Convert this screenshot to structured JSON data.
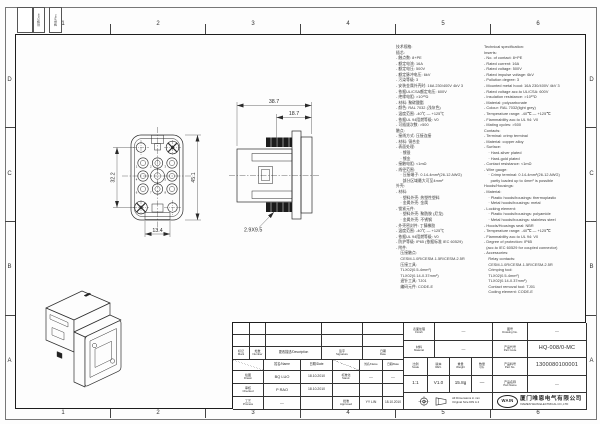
{
  "drawing": {
    "zones": {
      "cols": [
        "1",
        "2",
        "3",
        "4",
        "5",
        "6"
      ],
      "rows": [
        "D",
        "C",
        "B",
        "A"
      ]
    },
    "rev_strip": {
      "date_label": "日期/Date",
      "rev_label": "更改/Rev."
    },
    "views": {
      "front": {
        "dim_screw_pitch": "32.2",
        "dim_height": "45.1",
        "dim_tab_width": "13.4",
        "contact_numbers": [
          "1",
          "2",
          "3",
          "4",
          "5",
          "6",
          "7",
          "8"
        ]
      },
      "side": {
        "dim_depth": "38.7",
        "dim_front_depth": "18.7",
        "screw_note": "2.9X9.5"
      }
    },
    "spec": {
      "cn_lines": [
        "技术规格:",
        "插芯:",
        "- 触点数: 8+PE",
        "- 额定电流: 16A",
        "- 额定电压: 500V",
        "- 额定脉冲电压: 6kV",
        "- 污染等级: 3",
        "- 安装金属外壳时: 16A 230/400V 4kV 3",
        "- 依据UL/CSA额定电压: 600V",
        "- 绝缘电阻: >10¹⁰Ω",
        "- 材料: 聚碳酸酯",
        "- 颜色: RAL 7032 (浅灰色)",
        "- 温度范围: -40℃ — +125℃",
        "- 依据UL 94阻燃等级: V0",
        "- 可插拔次数: >500",
        "触点:",
        "- 接线方式: 压接连接",
        "- 材料: 铜合金",
        "- 表面处理:",
        "    · 镀银",
        "    · 镀金",
        "- 接触电阻: <1mΩ",
        "- 线径范围:",
        "    · 压接端子: 0.14-4mm²(26-12 AWG)",
        "      部分区域最大可至4mm²",
        "外壳:",
        "- 材料:",
        "    · 塑料外壳: 热塑性塑料",
        "    · 金属外壳: 金属",
        "- 锁紧元件:",
        "    · 塑料外壳: 聚酰胺 (尼龙)",
        "    · 金属外壳: 不锈钢",
        "- 外壳密封件: 丁腈橡胶",
        "- 温度范围: -40℃ — +125℃",
        "- 依据UL 94阻燃等级: V0",
        "- 防护等级: IP65 (依据标准 IEC 60529)",
        "- 附件:",
        "    压接触点:",
        "    CESM-1.0R/CESM-1.5R/CESM-2.5R",
        "    压接工具:",
        "    TLX02(0.5-4mm²)",
        "    TLX02(0.14-0.37mm²)",
        "    退针工具: TJ01",
        "    编码元件: CODE-E"
      ],
      "en_lines": [
        "Technical specification:",
        "Inserts:",
        "- No. of contact: 8+PE",
        "- Rated current: 16A",
        "- Rated voltage: 500V",
        "- Rated impulse voltage: 6kV",
        "- Pollution degree: 3",
        "- Mounted metal hood: 16A 230/400V 4kV 3",
        "- Rated voltage acc.to UL/CSA: 600V",
        "- Insulation resistance: >10¹⁰Ω",
        "- Material: polycarbonate",
        "- Colour: RAL 7032(light grey)",
        "- Temperature range: -40℃ — +125℃",
        "- Flammability acc.to UL 94: V0",
        "- Mating cycles: >500",
        "Contacts:",
        "- Terminal: crimp terminal",
        "- Material: copper alloy",
        "- Surface:",
        "    · Hard-silver plated",
        "    · Hard-gold plated",
        "- Contact resistance: <1mΩ",
        "- Wire gauge:",
        "    · Crimp terminal: 0.14-4mm²(26-12 AWG)",
        "      partly loaded up to 4mm² is possible",
        "Hoods/Housings:",
        "- Material:",
        "    · Plastic hoods/housings: thermoplastic",
        "    · Metal hoods/housings: metal",
        "- Locking element:",
        "    · Plastic hoods/housings: polyamide",
        "    · Metal hoods/housings: stainless steel",
        "- Hoods/Housings seal: NBR",
        "- Temperature range: -40℃ — +125℃",
        "- Flammability acc.to UL 94: V0",
        "- Degree of protection: IP65",
        "  (acc.to IEC 60529 for coupled connector)",
        "- Accessories:",
        "    Relay contacts:",
        "    CESM-1.0R/CESM-1.5R/CESM-2.5R",
        "    Crimping tool:",
        "    TLX02(0.5-4mm²)",
        "    TLX02(0.14-0.37mm²)",
        "    Contact removal tool: TJ01",
        "    Coding element: CODE-E"
      ]
    },
    "title_block": {
      "rev_table": {
        "mark_zh": "标记",
        "mark_en": "Mark",
        "number_zh": "处数",
        "number_en": "Number",
        "description": "更改描述/Description",
        "signature_zh": "签字",
        "signature_en": "Signature",
        "date_zh": "日期",
        "date_en": "Date"
      },
      "approval": {
        "name_hdr": "姓名/Name",
        "date_hdr": "日期/Date",
        "drawn_zh": "绘图",
        "drawn_en": "Drawn",
        "drawn_name": "BQ LUO",
        "drawn_date": "18.10.2010",
        "checked_zh": "审核",
        "checked_en": "Checked",
        "checked_name": "P RAO",
        "checked_date": "18.10.2010",
        "process_zh": "工艺",
        "process_en": "Process",
        "process_name": "—",
        "stand_zh": "标准化",
        "stand_en": "Stand.",
        "stand_name": "—",
        "stand_date": "—",
        "approved_zh": "批准",
        "approved_en": "Approved",
        "approved_name": "YY LIN",
        "approved_date": "18.10.2010"
      },
      "info": {
        "finish_zh": "表面处理",
        "finish_en": "Finish",
        "finish_val": "—",
        "material_zh": "材料",
        "material_en": "Material",
        "material_val": "—",
        "drawing_no_zh": "图号",
        "drawing_no_en": "Drawing No.",
        "drawing_no_val": "—",
        "part_code_zh": "产品代号",
        "part_code_en": "Part Code",
        "part_code_val": "HQ-008/0-MC",
        "part_no_zh": "产品料号",
        "part_no_en": "Part No.",
        "part_no_val": "1300080100001",
        "part_name_zh": "产品名称",
        "part_name_en": "Part Name",
        "part_name_val": "—",
        "scale_zh": "比例",
        "scale_en": "Scale",
        "scale_val": "1:1",
        "rev_zh": "版本",
        "rev_en": "REV.",
        "rev_val": "V1.0",
        "weight_zh": "重量",
        "weight_en": "Weight",
        "weight_val": "15.8g",
        "qty_zh": "数量",
        "qty_en": "Qty.",
        "qty_val": "—"
      },
      "notes": {
        "line1": "All Dimensions in mm",
        "line2": "Original Size DIN A 4"
      },
      "company": {
        "logo": "WAIN",
        "name_zh": "厦门唯恩电气有限公司",
        "name_en": "XIAMEN WAIN ELECTRICAL CO.,LTD"
      }
    }
  }
}
